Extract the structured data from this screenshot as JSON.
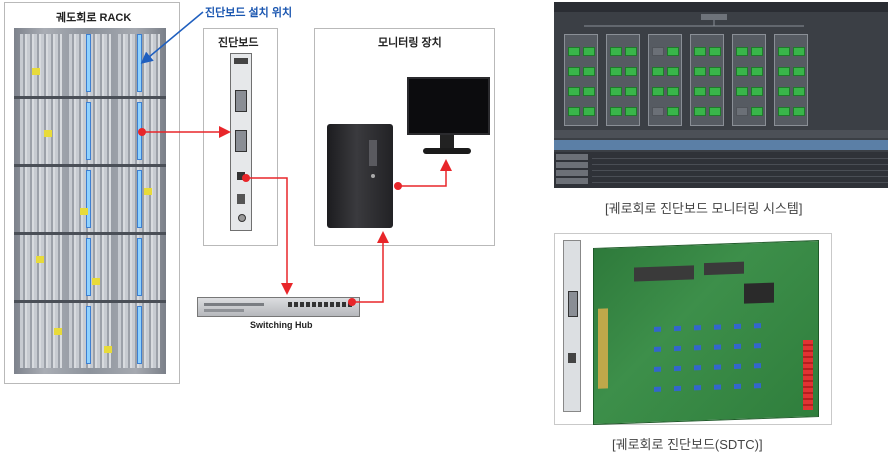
{
  "labels": {
    "rack_title": "궤도회로 RACK",
    "install_position": "진단보드 설치 위치",
    "diag_board_title": "진단보드",
    "monitoring_title": "모니터링 장치",
    "switching_hub": "Switching Hub",
    "caption_monitoring": "[궤로회로 진단보드 모니터링 시스템]",
    "caption_sdtc": "[궤로회로 진단보드(SDTC)]"
  },
  "colors": {
    "arrow_red": "#e8262a",
    "pointer_blue": "#1f5fbf",
    "install_label_blue": "#1a56b0",
    "status_green": "#39b54a"
  }
}
